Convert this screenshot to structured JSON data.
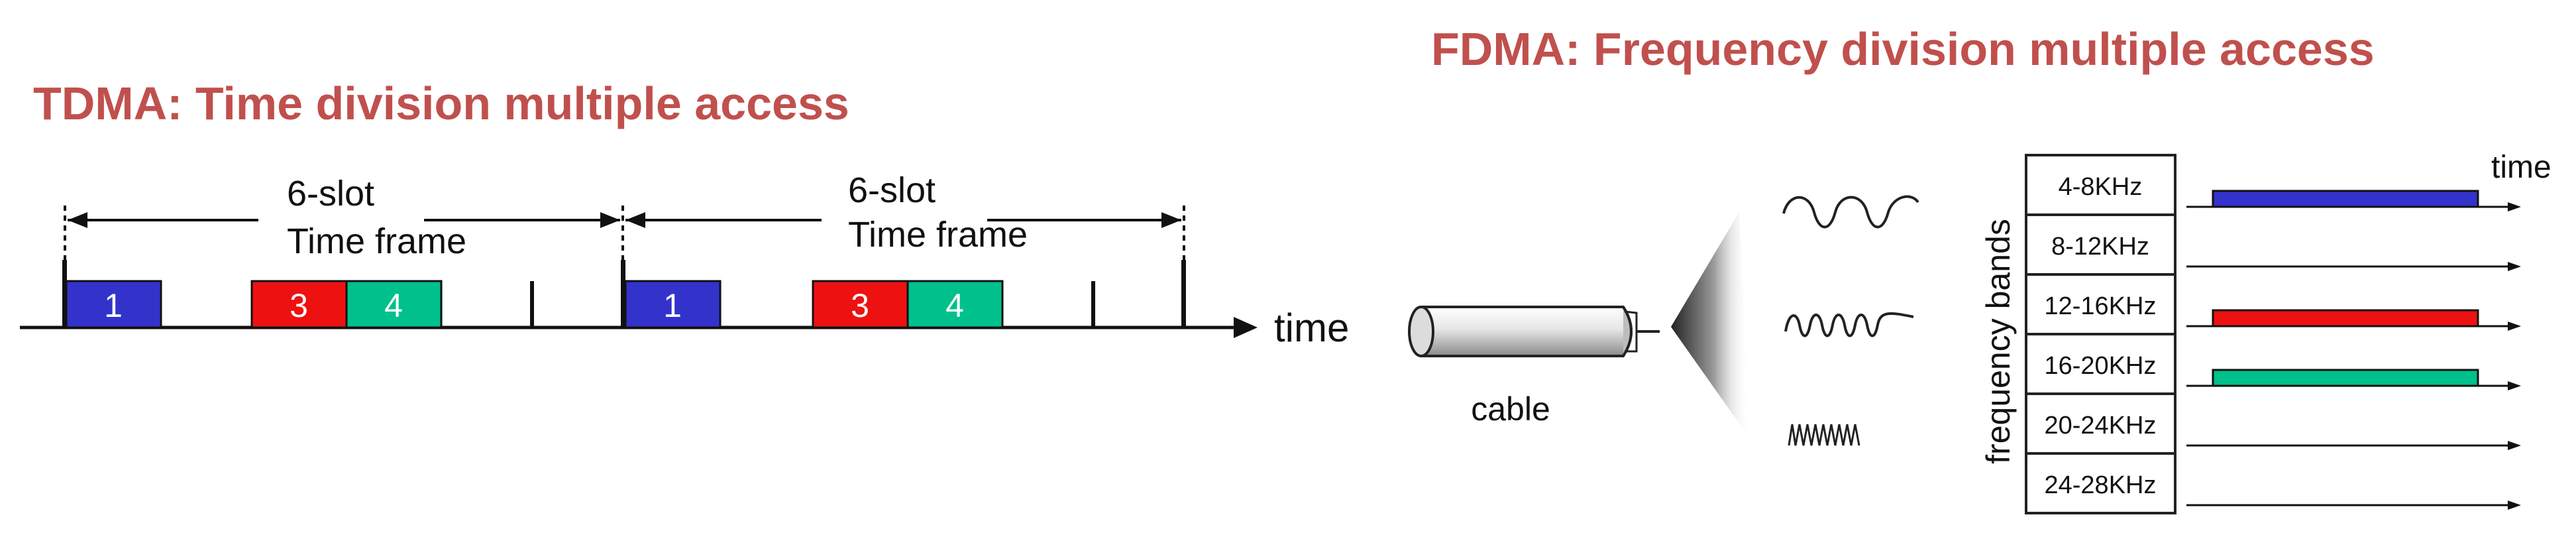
{
  "tdma": {
    "title": "TDMA: Time division multiple access",
    "frame_label_line1": "6-slot",
    "frame_label_line2": "Time frame",
    "time_label": "time",
    "slots": [
      {
        "label": "1",
        "color": "#3333cc"
      },
      {
        "label": "3",
        "color": "#ee1111"
      },
      {
        "label": "4",
        "color": "#00c08b"
      }
    ]
  },
  "fdma": {
    "title": "FDMA: Frequency division multiple access",
    "cable_label": "cable",
    "axis_label": "frequency bands",
    "time_label": "time",
    "bands": [
      {
        "label": "4-8KHz",
        "active": true,
        "color": "#3333cc"
      },
      {
        "label": "8-12KHz",
        "active": false,
        "color": ""
      },
      {
        "label": "12-16KHz",
        "active": true,
        "color": "#ee1111"
      },
      {
        "label": "16-20KHz",
        "active": true,
        "color": "#00c08b"
      },
      {
        "label": "20-24KHz",
        "active": false,
        "color": ""
      },
      {
        "label": "24-28KHz",
        "active": false,
        "color": ""
      }
    ]
  }
}
